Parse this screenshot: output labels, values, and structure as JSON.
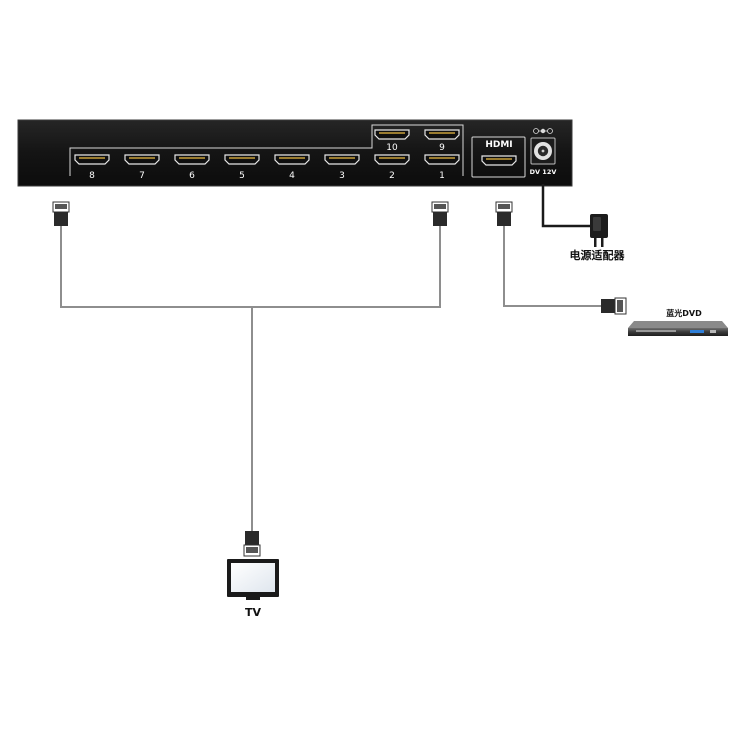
{
  "device": {
    "hdmi_ports_top": [
      {
        "label": "10"
      },
      {
        "label": "9"
      }
    ],
    "hdmi_ports_bottom": [
      {
        "label": "8"
      },
      {
        "label": "7"
      },
      {
        "label": "6"
      },
      {
        "label": "5"
      },
      {
        "label": "4"
      },
      {
        "label": "3"
      },
      {
        "label": "2"
      },
      {
        "label": "1"
      }
    ],
    "hdmi_input_label": "HDMI",
    "power_label": "DV 12V"
  },
  "devices": {
    "adapter_label": "电源适配器",
    "dvd_label": "蓝光DVD",
    "tv_label": "TV"
  },
  "colors": {
    "panel": "#161616",
    "panel_edge": "#3a3a3a",
    "port_gold": "#c9a13b",
    "cable": "#8e8e8e",
    "plug": "#2a2a2a"
  }
}
